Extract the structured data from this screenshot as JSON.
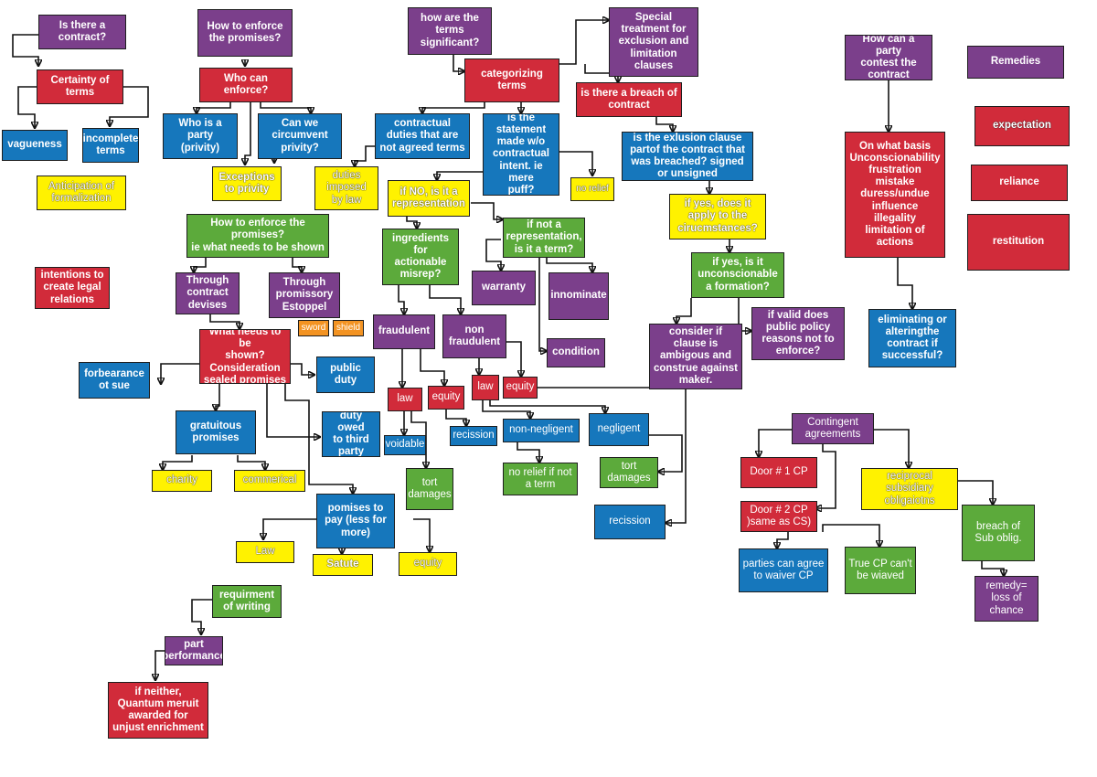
{
  "colors": {
    "purple": "#7b3f8b",
    "red": "#d12b3a",
    "blue": "#1677bc",
    "green": "#5caa3b",
    "yellow": "#fff200",
    "orange": "#f39322"
  },
  "nodes": {
    "is_there_contract": "Is there a\ncontract?",
    "certainty_of_terms": "Certainty of\nterms",
    "vagueness": "vagueness",
    "incomplete_terms": "incomplete\nterms",
    "anticipation_of_formalization": "Anticipation of\nformalization",
    "intentions_legal_relations": "intentions to\ncreate legal\nrelations",
    "how_to_enforce_top": "How to enforce\nthe promises?",
    "who_can_enforce": "Who can\nenforce?",
    "who_is_party": "Who is a\nparty\n(privity)",
    "can_we_circumvent": "Can we\ncircumvent\nprivity?",
    "exceptions_to_privity": "Exceptions\nto privity",
    "how_to_enforce_shown": "How to enforce the\npromises?\nie what needs to be shown",
    "through_contract_devises": "Through\ncontract\ndevises",
    "through_promissory_estoppel": "Through\npromissory\nEstoppel",
    "sword": "sword",
    "shield": "shield",
    "what_needs_shown": "What needs to be\nshown?\nConsideration\nsealed promises",
    "forbearance": "forbearance\not sue",
    "public_duty": "public\nduty",
    "duty_third_party": "duty owed\nto third\nparty",
    "gratuitous_promises": "gratuitous\npromises",
    "charity": "charity",
    "commerical": "commerical",
    "pomises_to_pay": "pomises to\npay (less for\nmore)",
    "law_yellow": "Law",
    "satute": "Satute",
    "equity_yellow": "equity",
    "requirement_writing": "requirment\nof writing",
    "part_performance": "part\nperformance",
    "quantum_meruit": "if neither,\nQuantum meruit\nawarded for\nunjust enrichment",
    "how_terms_significant": "how are the\nterms\nsignificant?",
    "categorizing_terms": "categorizing\nterms",
    "contractual_duties": "contractual\nduties that are\nnot agreed terms",
    "duties_imposed_law": "duties\nimposed\nby law",
    "statement_contractual": "is the\nstatement\nmade w/o\ncontractual\nintent. ie mere\npuff?",
    "no_relief": "no relief",
    "if_no_representation": "if NO, is it a\nrepresentation",
    "ingredients_misrep": "ingredients\nfor\nactionable\nmisrep?",
    "if_not_representation_term": "if not a\nrepresentation,\nis it a term?",
    "warranty": "warranty",
    "innominate": "innominate",
    "condition": "condition",
    "fraudulent": "fraudulent",
    "non_fraudulent": "non\nfraudulent",
    "law_fraud": "law",
    "equity_fraud": "equity",
    "law_nonfraud": "law",
    "equity_nonfraud": "equity",
    "voidable": "voidable",
    "recission_1": "recission",
    "tort_damages_1": "tort\ndamages",
    "non_negligent": "non-negligent",
    "negligent": "negligent",
    "no_relief_not_term": "no relief if not\na term",
    "tort_damages_2": "tort\ndamages",
    "recission_2": "recission",
    "special_treatment": "Special\ntreatment for\nexclusion and\nlimitation\nclauses",
    "breach_of_contract": "is there a breach of\ncontract",
    "exclusion_clause_part": "is the exlusion clause\npartof the contract that\nwas breached? signed\nor unsigned",
    "if_yes_apply": "if yes, does it\napply to the\ncirucmstances?",
    "if_yes_unconscionable": "if yes, is it\nunconscionable\na formation?",
    "consider_ambiguous": "consider if\nclause is\nambigous and\nconstrue against\nmaker.",
    "public_policy": "if valid does\npublic policy\nreasons not to\nenforce?",
    "contest_contract": "How can a party\ncontest the\ncontract",
    "on_what_basis": "On what basis\nUnconscionability\nfrustration\nmistake\nduress/undue\ninfluence\nillegality\nlimitation of\nactions",
    "eliminating_altering": "eliminating  or\nalteringthe\ncontract if\nsuccessful?",
    "remedies": "Remedies",
    "expectation": "expectation",
    "reliance": "reliance",
    "restitution": "restitution",
    "contingent_agreements": "Contingent\nagreements",
    "door_1": "Door # 1 CP",
    "door_2": "Door # 2 CP\n)same as CS)",
    "reciprocal_subsidiary": "reciprocal\nsubsidiary\nobligaiotns",
    "breach_sub_oblig": "breach of\nSub oblig.",
    "remedy_loss_chance": "remedy=\nloss of\nchance",
    "waiver_cp": "parties can agree\nto waiver CP",
    "true_cp": "True CP can't\nbe wiaved"
  }
}
